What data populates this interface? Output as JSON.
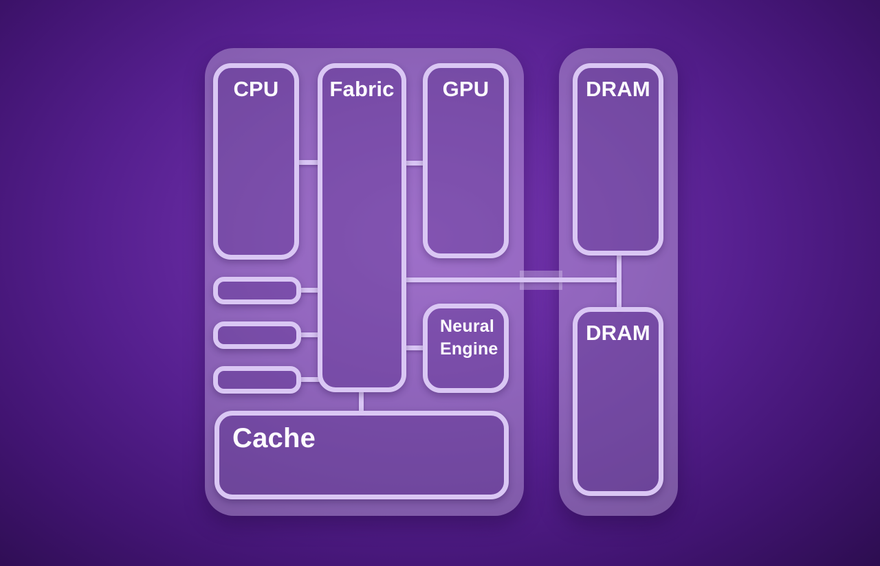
{
  "diagram": {
    "type": "soc-architecture-block-diagram",
    "blocks": {
      "cpu": "CPU",
      "fabric": "Fabric",
      "gpu": "GPU",
      "neural_engine": "Neural Engine",
      "cache": "Cache",
      "dram_top": "DRAM",
      "dram_bottom": "DRAM"
    },
    "unlabeled_io_blocks": 3,
    "packages": {
      "soc": [
        "cpu",
        "fabric",
        "gpu",
        "io-1",
        "io-2",
        "io-3",
        "neural_engine",
        "cache"
      ],
      "memory": [
        "dram_top",
        "dram_bottom"
      ]
    },
    "connections": [
      {
        "from": "cpu",
        "to": "fabric"
      },
      {
        "from": "fabric",
        "to": "gpu"
      },
      {
        "from": "io-1",
        "to": "fabric"
      },
      {
        "from": "io-2",
        "to": "fabric"
      },
      {
        "from": "io-3",
        "to": "fabric"
      },
      {
        "from": "fabric",
        "to": "neural_engine"
      },
      {
        "from": "fabric",
        "to": "cache"
      },
      {
        "from": "fabric",
        "to": "dram_top"
      },
      {
        "from": "fabric",
        "to": "dram_bottom"
      },
      {
        "from": "dram_top",
        "to": "dram_bottom"
      }
    ],
    "colors": {
      "background_center": "#7b3ab4",
      "background_edge": "#2a0c4c",
      "block_border": "#dac7f4",
      "connector_line": "#d9c5f4",
      "label_text": "#fdfbff"
    }
  }
}
